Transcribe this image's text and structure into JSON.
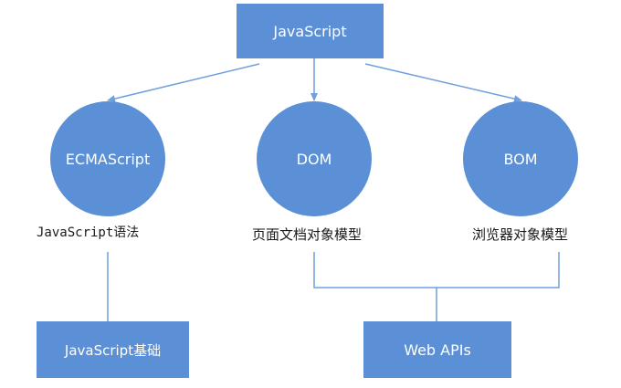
{
  "colors": {
    "node_fill": "#5b8fd6",
    "connector": "#6f9fdc",
    "text_on_node": "#ffffff",
    "caption_text": "#1a1a1a"
  },
  "root": {
    "label": "JavaScript"
  },
  "nodes": [
    {
      "label": "ECMAScript",
      "caption": "JavaScript语法"
    },
    {
      "label": "DOM",
      "caption": "页面文档对象模型"
    },
    {
      "label": "BOM",
      "caption": "浏览器对象模型"
    }
  ],
  "leaves": [
    {
      "label": "JavaScript基础"
    },
    {
      "label": "Web APIs"
    }
  ]
}
